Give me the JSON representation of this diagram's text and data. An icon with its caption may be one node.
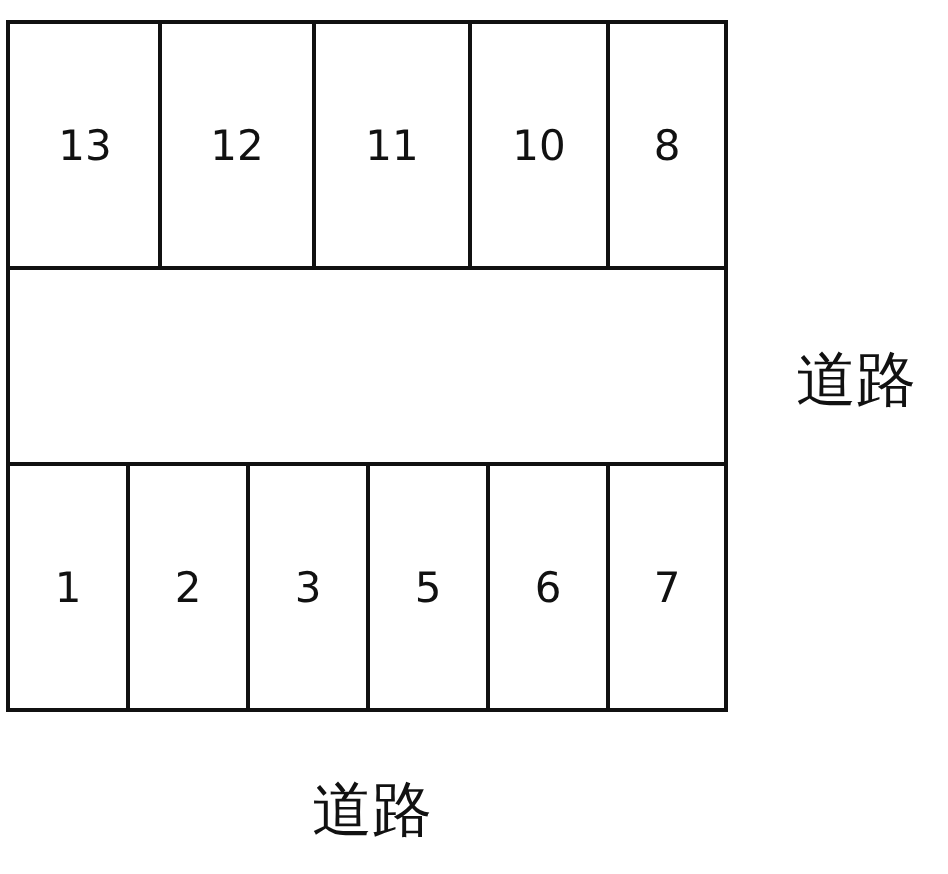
{
  "diagram": {
    "nodes": [
      {
        "text": [
          "13"
        ]
      },
      {
        "text": [
          "12"
        ]
      },
      {
        "text": [
          "11"
        ]
      },
      {
        "text": [
          "10"
        ]
      },
      {
        "text": [
          "8"
        ]
      },
      {
        "text": [],
        "shape": "box"
      },
      {
        "text": [
          "1"
        ]
      },
      {
        "text": [
          "2"
        ]
      },
      {
        "text": [
          "3"
        ]
      },
      {
        "text": [
          "5"
        ]
      },
      {
        "text": [
          "6"
        ]
      },
      {
        "text": [
          "7"
        ]
      }
    ],
    "labels": [
      "道路",
      "道路"
    ]
  }
}
